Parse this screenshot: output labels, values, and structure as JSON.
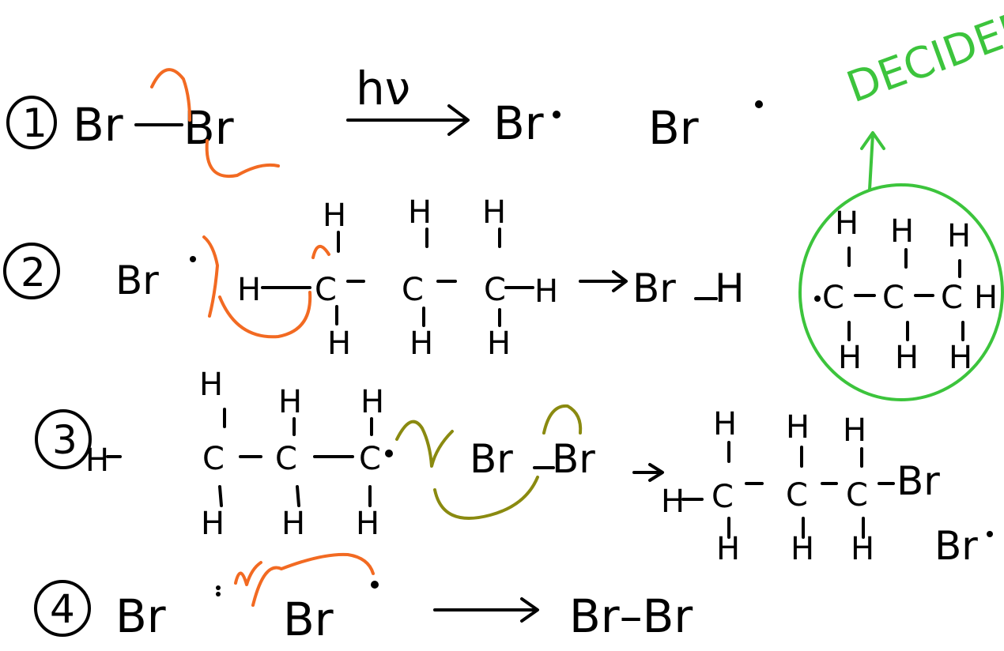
{
  "colors": {
    "ink": "#000000",
    "arrow_orange": "#f26a22",
    "arrow_olive": "#8a8a10",
    "highlight_green": "#3cc43c",
    "background": "#ffffff"
  },
  "steps": {
    "s1": {
      "number": "1",
      "reactant_1": "Br",
      "reactant_2": "Br",
      "condition": "hν",
      "product_1": "Br",
      "product_2": "Br"
    },
    "s2": {
      "number": "2",
      "radical": "Br",
      "product_HBr": "Br",
      "product_H": "H"
    },
    "s3": {
      "number": "3",
      "reactant_1": "Br",
      "reactant_2": "Br",
      "product_Br": "Br",
      "side_product": "Br"
    },
    "s4": {
      "number": "4",
      "reactant_1": "Br",
      "reactant_2": "Br",
      "product": "Br–Br"
    }
  },
  "annotation": {
    "label": "DECIDED"
  },
  "atoms": {
    "H": "H",
    "C": "C"
  }
}
